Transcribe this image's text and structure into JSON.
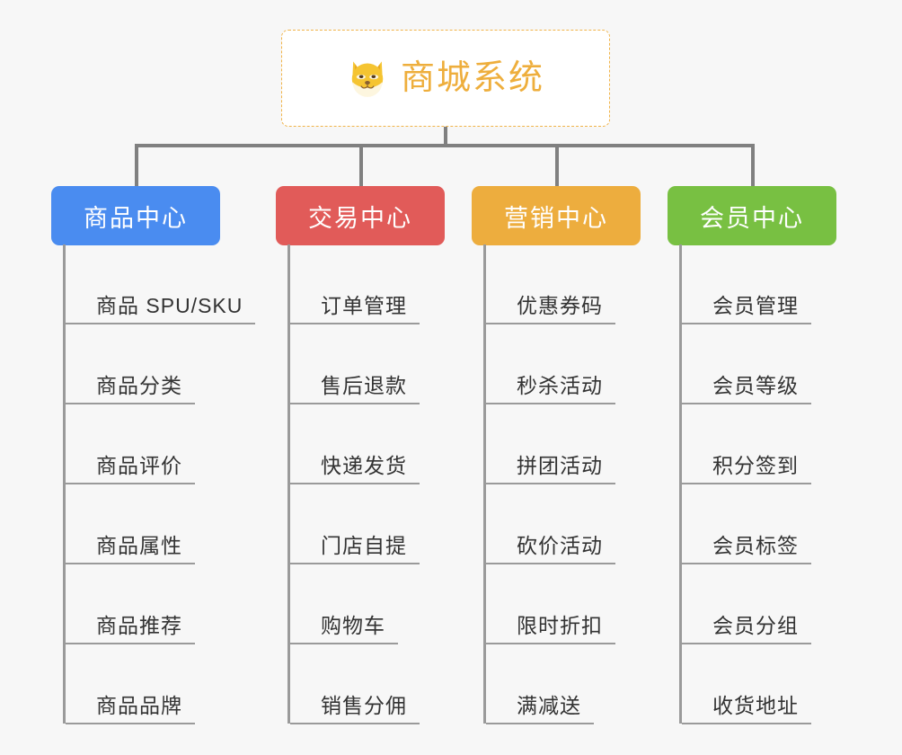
{
  "page": {
    "background_color": "#f7f7f7",
    "connector_color": "#808080",
    "leaf_line_color": "#9a9a9a",
    "leaf_text_color": "#333333"
  },
  "root": {
    "title": "商城系统",
    "icon": "dog-face-icon",
    "text_color": "#eeae3c",
    "border_color": "#f0b44a",
    "background_color": "#ffffff"
  },
  "categories": [
    {
      "label": "商品中心",
      "color": "#4a8cf0",
      "items": [
        "商品 SPU/SKU",
        "商品分类",
        "商品评价",
        "商品属性",
        "商品推荐",
        "商品品牌"
      ]
    },
    {
      "label": "交易中心",
      "color": "#e15b59",
      "items": [
        "订单管理",
        "售后退款",
        "快递发货",
        "门店自提",
        "购物车",
        "销售分佣"
      ]
    },
    {
      "label": "营销中心",
      "color": "#edad3e",
      "items": [
        "优惠券码",
        "秒杀活动",
        "拼团活动",
        "砍价活动",
        "限时折扣",
        "满减送"
      ]
    },
    {
      "label": "会员中心",
      "color": "#78c042",
      "items": [
        "会员管理",
        "会员等级",
        "积分签到",
        "会员标签",
        "会员分组",
        "收货地址"
      ]
    }
  ]
}
